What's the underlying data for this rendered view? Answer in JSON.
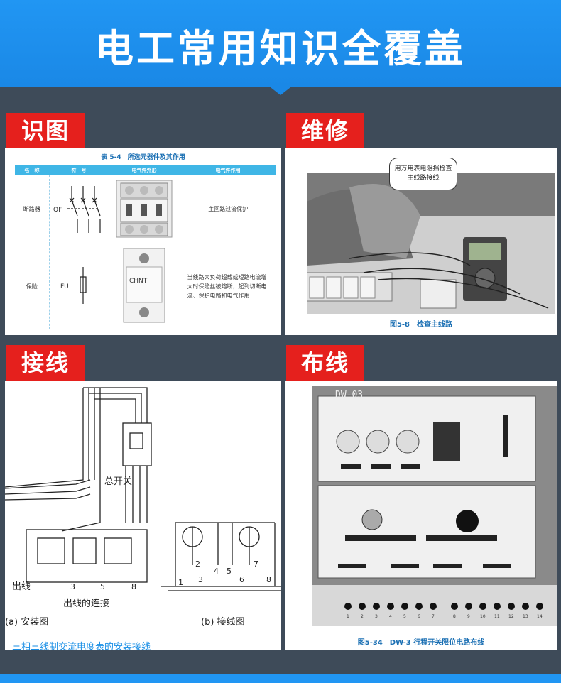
{
  "banner": {
    "title": "电工常用知识全覆盖"
  },
  "sections": {
    "identify": {
      "tag": "识图",
      "table_title": "表 5-4　所选元器件及其作用",
      "headers": [
        "名　称",
        "符　号",
        "电气件外形",
        "电气件作用"
      ],
      "rows": [
        {
          "name": "断路器",
          "symbol": "QF",
          "function": "主回路过流保护"
        },
        {
          "name": "保险",
          "symbol": "FU",
          "function": "当线路大负荷超载或短路电流增大时保险丝被熔断，起到切断电流、保护电路和电气作用"
        }
      ],
      "device_labels": [
        "CHNT"
      ]
    },
    "repair": {
      "tag": "维修",
      "bubble": "用万用表电阻挡检查主线路接线",
      "caption": "图5-8　检查主线路"
    },
    "wiring": {
      "tag": "接线",
      "label_main_switch": "总开关",
      "label_outlet": "出线",
      "label_outlet_connect": "出线的连接",
      "label_a": "(a) 安装图",
      "label_b": "(b) 接线图",
      "terminal_numbers_a": [
        "3",
        "5",
        "8"
      ],
      "terminal_numbers_b": [
        "1",
        "2",
        "3",
        "4",
        "5",
        "6",
        "7",
        "8"
      ],
      "caption": "三相三线制交流电度表的安装接线"
    },
    "layout": {
      "tag": "布线",
      "board_label": "DW-03",
      "caption": "图5-34　DW-3 行程开关限位电路布线",
      "bottom_numbers": [
        "1",
        "2",
        "3",
        "4",
        "5",
        "6",
        "7",
        "8",
        "9",
        "10",
        "11",
        "12",
        "13",
        "14"
      ]
    }
  },
  "colors": {
    "banner": "#2196f3",
    "background": "#3e4b59",
    "tag": "#e5201d",
    "accent_blue": "#1a6fb3"
  }
}
